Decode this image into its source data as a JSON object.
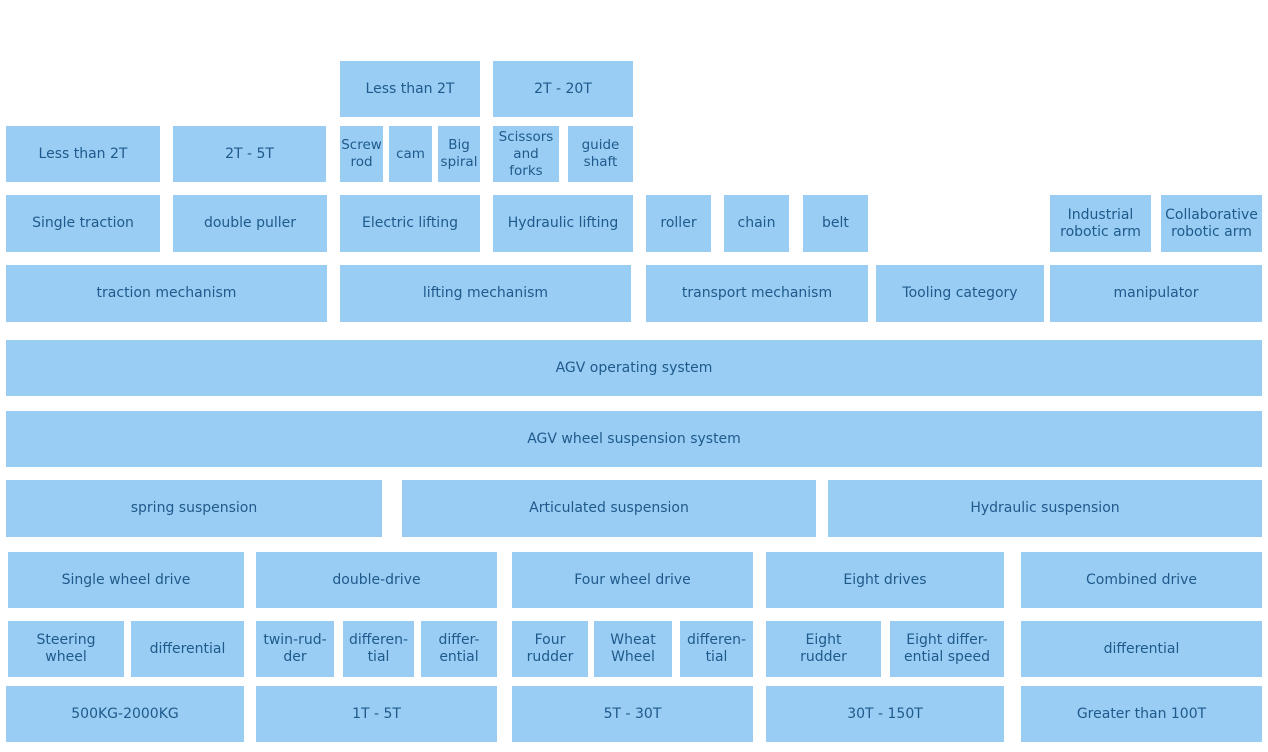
{
  "colors": {
    "box_fill": "#99cdf3",
    "box_text": "#1f5a8c",
    "background": "#ffffff"
  },
  "cap_upper": {
    "lift_lt2": "Less than 2T",
    "lift_2_20": "2T - 20T"
  },
  "caps": {
    "trac_lt2": "Less than 2T",
    "trac_2_5": "2T - 5T",
    "screw": "Screw\nrod",
    "cam": "cam",
    "spiral": "Big\nspiral",
    "scissors": "Scissors\nand\nforks",
    "guide": "guide\nshaft"
  },
  "types": {
    "single_traction": "Single traction",
    "double_puller": "double puller",
    "electric": "Electric lifting",
    "hydraulic": "Hydraulic lifting",
    "roller": "roller",
    "chain": "chain",
    "belt": "belt",
    "industrial": "Industrial\nrobotic arm",
    "collab": "Collaborative\nrobotic arm"
  },
  "mechanisms": {
    "traction": "traction mechanism",
    "lifting": "lifting mechanism",
    "transport": "transport mechanism",
    "tooling": "Tooling category",
    "manipulator": "manipulator"
  },
  "systems": {
    "operating": "AGV operating system",
    "suspension": "AGV wheel suspension system"
  },
  "suspensions": {
    "spring": "spring suspension",
    "articulated": "Articulated suspension",
    "hydraulic": "Hydraulic suspension"
  },
  "drives": {
    "single": "Single wheel drive",
    "double": "double-drive",
    "four": "Four wheel drive",
    "eight": "Eight drives",
    "combined": "Combined drive"
  },
  "drive_types": {
    "steering": "Steering\nwheel",
    "differential": "differential",
    "twin_rudder": "twin-rud-\nder",
    "differen_tial_1": "differen-\ntial",
    "differ_ential": "differ-\nential",
    "four_rudder": "Four\nrudder",
    "wheat_wheel": "Wheat\nWheel",
    "differen_tial_2": "differen-\ntial",
    "eight_rudder": "Eight\nrudder",
    "eight_diff": "Eight differ-\nential speed",
    "combined_diff": "differential"
  },
  "capacities": {
    "c1": "500KG-2000KG",
    "c2": "1T - 5T",
    "c3": "5T - 30T",
    "c4": "30T - 150T",
    "c5": "Greater than 100T"
  }
}
